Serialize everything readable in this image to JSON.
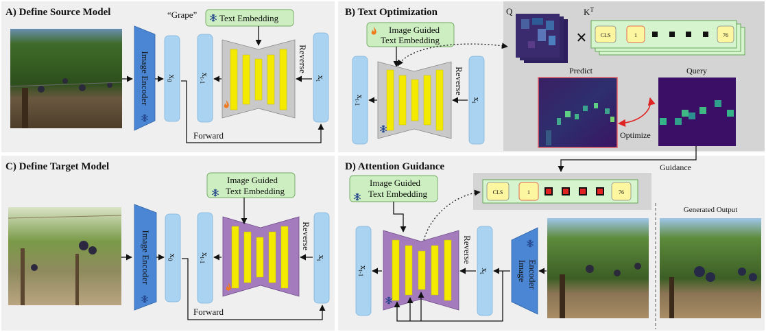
{
  "panels": {
    "a": {
      "title": "A) Define Source Model",
      "prompt_word": "“Grape”",
      "text_embedding": "Text Embedding",
      "encoder": "Image Encoder",
      "x0": "x",
      "x0_sub": "0",
      "xt1": "x",
      "xt1_sub": "t-1",
      "xt": "x",
      "xt_sub": "t",
      "reverse": "Reverse",
      "forward": "Forward"
    },
    "b": {
      "title": "B) Text Optimization",
      "embedding_line1": "Image Guided",
      "embedding_line2": "Text Embedding",
      "xt1": "x",
      "xt1_sub": "t-1",
      "xt": "x",
      "xt_sub": "t",
      "reverse": "Reverse",
      "q_label": "Q",
      "k_label": "K",
      "k_sup": "T",
      "times": "×",
      "cls": "CLS",
      "token_first": "1",
      "token_last": "76",
      "predict": "Predict",
      "query": "Query",
      "optimize": "Optimize"
    },
    "c": {
      "title": "C) Define Target Model",
      "embedding_line1": "Image Guided",
      "embedding_line2": "Text Embedding",
      "encoder": "Image Encoder",
      "x0": "x",
      "x0_sub": "0",
      "xt1": "x",
      "xt1_sub": "t-1",
      "xt": "x",
      "xt_sub": "t",
      "reverse": "Reverse",
      "forward": "Forward"
    },
    "d": {
      "title": "D) Attention Guidance",
      "embedding_line1": "Image Guided",
      "embedding_line2": "Text Embedding",
      "cls": "CLS",
      "token_first": "1",
      "token_last": "76",
      "xt1": "x",
      "xt1_sub": "t-1",
      "xt": "x",
      "xt_sub": "t",
      "reverse": "Reverse",
      "encoder_line1": "Image",
      "encoder_line2": "Encoder",
      "guidance": "Guidance",
      "generated_output": "Generated Output"
    }
  },
  "colors": {
    "panel_bg": "#efefef",
    "latent_fill": "#a9d3f0",
    "encoder_fill": "#4a86d4",
    "unet_source": "#c9c9c9",
    "unet_target": "#a47bbd",
    "unet_bar": "#f4ea00",
    "embedding_fill": "#cdeec0",
    "token_stack": "#d6f5cf",
    "token_fill": "#fdf6a0",
    "attn_bg": "#3b0f66",
    "flame": "#f07a1e",
    "snowflake": "#23458a"
  },
  "icons": [
    "snowflake-icon",
    "flame-icon",
    "times-icon"
  ]
}
